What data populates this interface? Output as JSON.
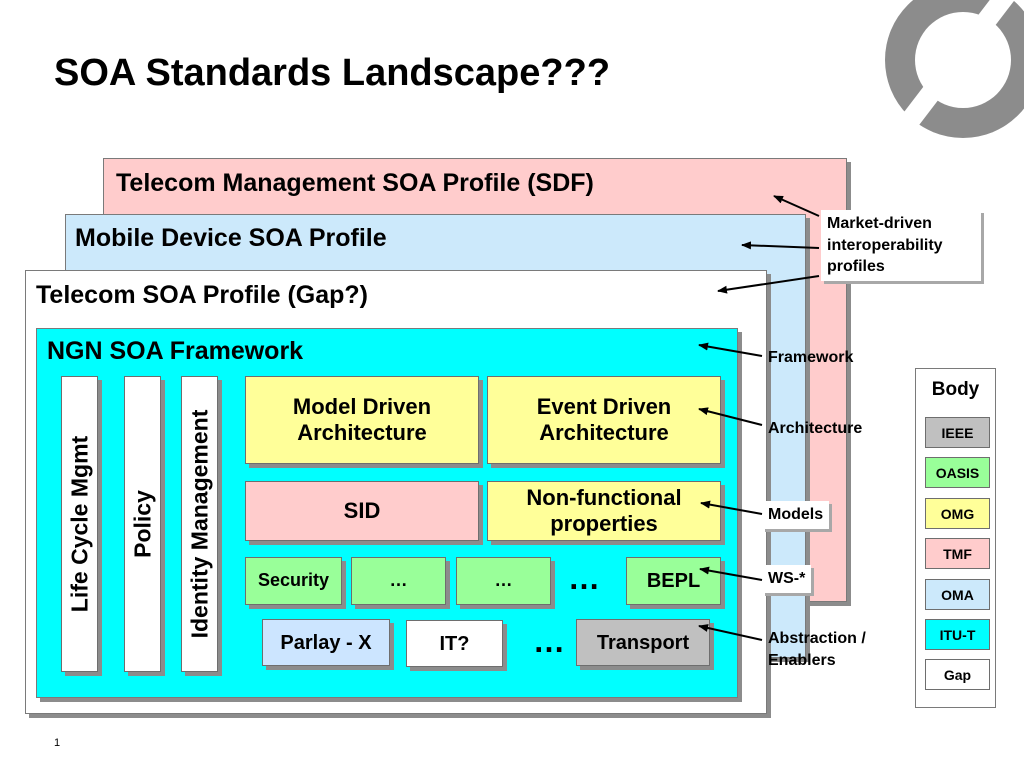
{
  "title": "SOA Standards Landscape???",
  "colors": {
    "pink": "#ffcccc",
    "light_blue": "#cce9fb",
    "cyan": "#00ffff",
    "yellow": "#ffff99",
    "green": "#99ff99",
    "light_grey": "#c0c0c0",
    "soft_blue": "#cce5ff"
  },
  "layers": {
    "sdf": "Telecom Management SOA Profile (SDF)",
    "mobile": "Mobile Device SOA Profile",
    "telecom": "Telecom SOA Profile (Gap?)",
    "ngn": "NGN SOA Framework"
  },
  "vertical": {
    "lifecycle": "Life Cycle Mgmt",
    "policy": "Policy",
    "identity": "Identity Management"
  },
  "architecture": {
    "mda": "Model Driven Architecture",
    "eda": "Event Driven Architecture"
  },
  "models": {
    "sid": "SID",
    "nfp": "Non-functional properties"
  },
  "ws": {
    "security": "Security",
    "dots_a": "…",
    "dots_b": "…",
    "ellipsis": "…",
    "bepl": "BEPL"
  },
  "enablers": {
    "parlay": "Parlay - X",
    "it": "IT?",
    "ellipsis": "…",
    "transport": "Transport"
  },
  "callouts": {
    "market": "Market-driven interoperability profiles",
    "framework": "Framework",
    "architecture": "Architecture",
    "models": "Models",
    "ws": "WS-*",
    "abstraction": "Abstraction / Enablers"
  },
  "legend": {
    "title": "Body",
    "items": [
      {
        "label": "IEEE",
        "color": "#c0c0c0"
      },
      {
        "label": "OASIS",
        "color": "#99ff99"
      },
      {
        "label": "OMG",
        "color": "#ffff99"
      },
      {
        "label": "TMF",
        "color": "#ffcccc"
      },
      {
        "label": "OMA",
        "color": "#cce9fb"
      },
      {
        "label": "ITU-T",
        "color": "#00ffff"
      },
      {
        "label": "Gap",
        "color": "#ffffff"
      }
    ]
  },
  "page_number": "1"
}
